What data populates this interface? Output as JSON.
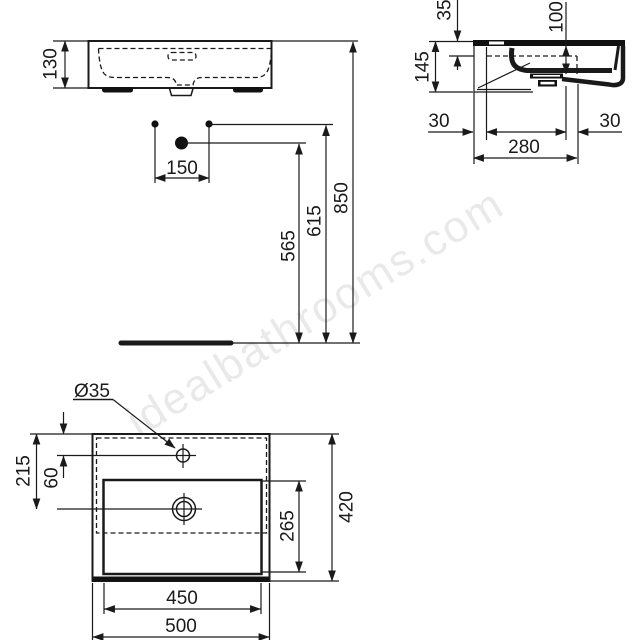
{
  "watermark": "idealbathrooms.com",
  "front_view": {
    "basin_height": "130",
    "tap_hole_spacing": "150",
    "drain_height": "565",
    "tap_hole_height": "615",
    "rim_height": "850"
  },
  "side_view": {
    "rim_to_fixing": "35",
    "bowl_depth": "100",
    "body_height": "145",
    "left_fixing_offset": "30",
    "fixing_span": "280",
    "right_fixing_offset": "30"
  },
  "plan_view": {
    "tap_hole_diameter": "Ø35",
    "front_to_drain": "215",
    "front_to_tap": "60",
    "overall_depth": "420",
    "bowl_length": "265",
    "bowl_width": "450",
    "overall_width": "500"
  }
}
